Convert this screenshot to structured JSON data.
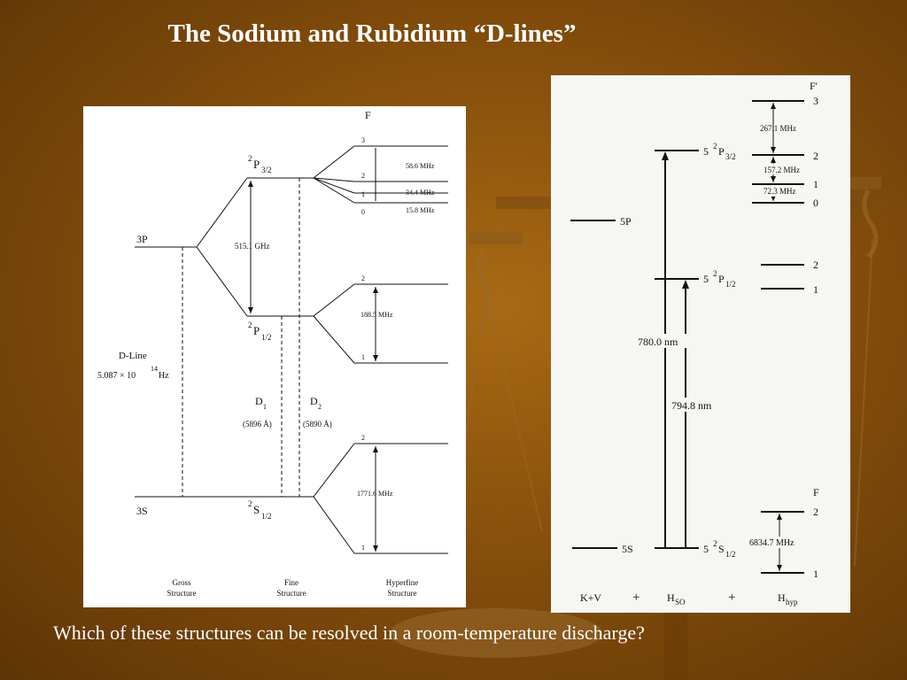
{
  "slide": {
    "title": "The Sodium and Rubidium “D-lines”",
    "question": "Which of these structures can be resolved in a room-temperature discharge?"
  },
  "sodium": {
    "f_header": "F",
    "level_3p": "3P",
    "level_3s": "3S",
    "p32_sup": "2",
    "p32_main": "P",
    "p32_sub": "3/2",
    "p12_sup": "2",
    "p12_main": "P",
    "p12_sub": "1/2",
    "s12_sup": "2",
    "s12_main": "S",
    "s12_sub": "1/2",
    "fine_split": "515.1 GHz",
    "dline_label": "D-Line",
    "dline_freq_main": "5.087 × 10",
    "dline_freq_exp": "14",
    "dline_freq_unit": " Hz",
    "d1_main": "D",
    "d1_sub": "1",
    "d1_wl": "(5896 Å)",
    "d2_main": "D",
    "d2_sub": "2",
    "d2_wl": "(5890 Å)",
    "p32_f": [
      "3",
      "2",
      "1",
      "0"
    ],
    "p32_splittings": [
      "58.6 MHz",
      "34.4 MHz",
      "15.8 MHz"
    ],
    "p12_f": [
      "2",
      "1"
    ],
    "p12_splitting": "188.5 MHz",
    "s12_f": [
      "2",
      "1"
    ],
    "s12_splitting": "1771.6 MHz",
    "column_labels": [
      [
        "Gross",
        "Structure"
      ],
      [
        "Fine",
        "Structure"
      ],
      [
        "Hyperfine",
        "Structure"
      ]
    ]
  },
  "rubidium": {
    "fprime_header": "F′",
    "f_header": "F",
    "level_5p": "5P",
    "level_5s": "5S",
    "p32_main": "5 ",
    "p32_sup": "2",
    "p32_letter": "P",
    "p32_sub": "3/2",
    "p12_main": "5 ",
    "p12_sup": "2",
    "p12_letter": "P",
    "p12_sub": "1/2",
    "s12_main": "5 ",
    "s12_sup": "2",
    "s12_letter": "S",
    "s12_sub": "1/2",
    "d2_wavelength": "780.0 nm",
    "d1_wavelength": "794.8 nm",
    "p32_f": [
      "3",
      "2",
      "1",
      "0"
    ],
    "p32_splittings": [
      "267.1 MHz",
      "157.2 MHz",
      "72.3 MHz"
    ],
    "p12_f": [
      "2",
      "1"
    ],
    "s12_f": [
      "2",
      "1"
    ],
    "s12_splitting": "6834.7 MHz",
    "hamiltonian": {
      "kv": "K+V",
      "plus1": "+",
      "hso_main": "H",
      "hso_sub": "SO",
      "plus2": "+",
      "hhyp_main": "H",
      "hhyp_sub": "hyp"
    }
  }
}
